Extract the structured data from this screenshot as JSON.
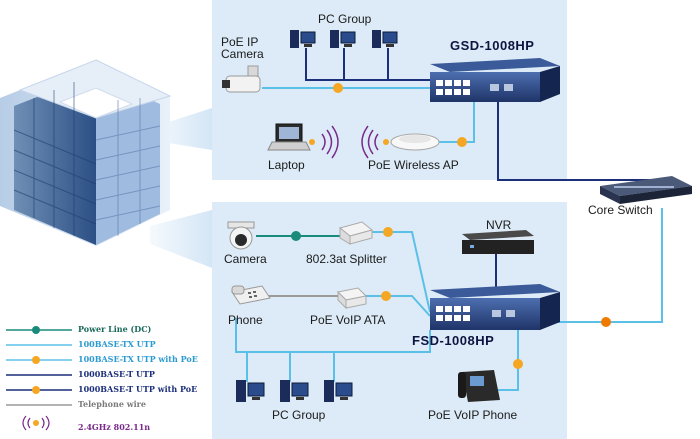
{
  "groups": {
    "top": {
      "model": "GSD-1008HP",
      "labels": {
        "pc_group": "PC Group",
        "camera": "PoE IP\nCamera",
        "laptop": "Laptop",
        "ap": "PoE Wireless AP"
      }
    },
    "bottom": {
      "model": "FSD-1008HP",
      "labels": {
        "camera": "Camera",
        "splitter": "802.3at Splitter",
        "nvr": "NVR",
        "phone": "Phone",
        "ata": "PoE VoIP ATA",
        "pc_group": "PC Group",
        "voip_phone": "PoE VoIP Phone"
      }
    },
    "core": {
      "label": "Core Switch"
    }
  },
  "legend": [
    {
      "text": "Power Line (DC)",
      "color": "#1a8a7a",
      "marker": "DC"
    },
    {
      "text": "100BASE-TX UTP",
      "color": "#5bc0e8",
      "marker": ""
    },
    {
      "text": "100BASE-TX UTP with PoE",
      "color": "#5bc0e8",
      "marker": "PoE"
    },
    {
      "text": "1000BASE-T UTP",
      "color": "#1c2f7a",
      "marker": ""
    },
    {
      "text": "1000BASE-T UTP with PoE",
      "color": "#1c2f7a",
      "marker": "PoE"
    },
    {
      "text": "Telephone wire",
      "color": "#9a9a9a",
      "marker": ""
    },
    {
      "text": "2.4GHz 802.11n",
      "color": "#7a2a8a",
      "marker": "wifi"
    }
  ],
  "colors": {
    "panel": "#dcebf7",
    "gigabit": "#1c2f7a",
    "fast": "#5bc0e8",
    "dc": "#1a8a7a",
    "phone": "#9a9a9a",
    "poe_marker": "#f5a623",
    "uplink_marker": "#f07a00"
  }
}
